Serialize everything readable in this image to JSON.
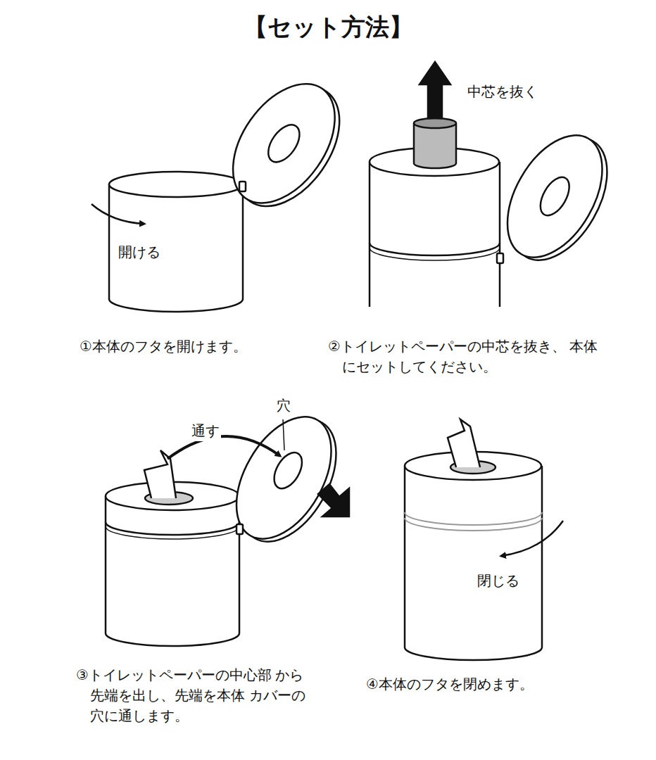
{
  "diagram": {
    "title": "【セット方法】",
    "labels": [
      "開ける",
      "中芯を抜く",
      "①本体のフタを開けます。",
      "②トイレットペーパーの中芯を抜き、 本体にセットしてください。",
      "穴",
      "通す",
      "③トイレットペーパーの中心部 から先端を出し、先端を本体 カバーの穴に通します。",
      "閉じる",
      "④本体のフタを閉めます。"
    ]
  }
}
